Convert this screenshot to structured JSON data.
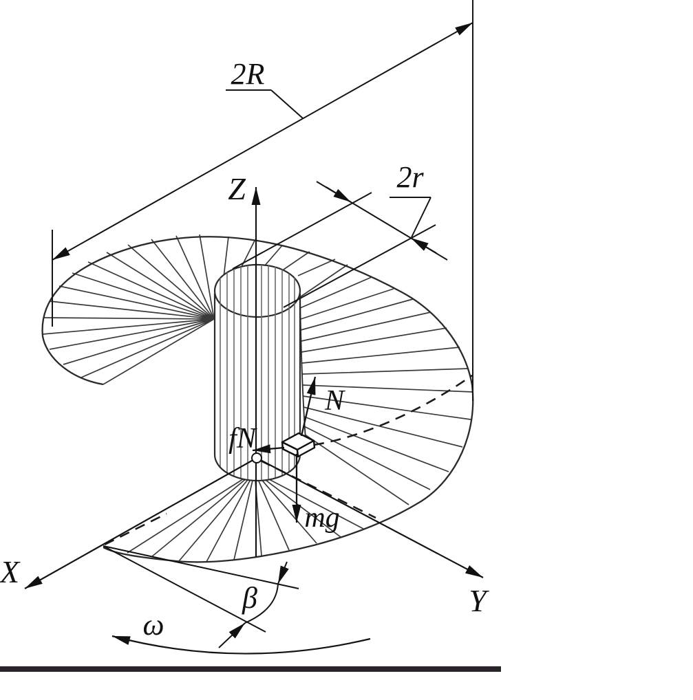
{
  "diagram": {
    "kind": "helicoid-screw-surface-mechanics-figure",
    "dimensions": {
      "outer_diameter": "2R",
      "inner_diameter": "2r"
    },
    "axes": {
      "x": "X",
      "y": "Y",
      "z": "Z"
    },
    "forces": {
      "normal": "N",
      "friction": "fN",
      "weight": "mg"
    },
    "angles": {
      "helix_angle": "β",
      "angular_velocity": "ω"
    },
    "colors": {
      "line": "#2a2a2a",
      "hatch": "#6a6a6a",
      "bottom_bar": "#2b232b",
      "background": "#ffffff"
    }
  }
}
